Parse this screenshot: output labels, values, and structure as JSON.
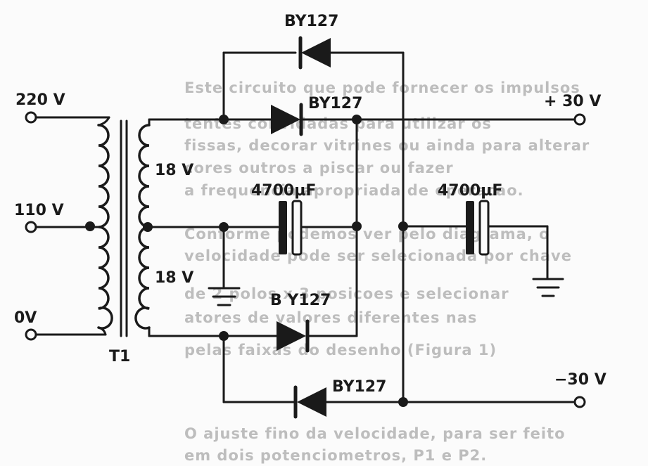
{
  "inputs": {
    "v220": "220 V",
    "v110": "110 V",
    "v0": "0V"
  },
  "transformer": {
    "name": "T1",
    "upper_winding": "18 V",
    "lower_winding": "18 V"
  },
  "diodes": {
    "top": "BY127",
    "upper": "BY127",
    "lower": "B Y127",
    "bottom": "BY127"
  },
  "capacitors": {
    "left": "4700µF",
    "right": "4700µF"
  },
  "outputs": {
    "positive": "+ 30 V",
    "negative": "−30 V"
  },
  "background_text": [
    "Este circuito que pode fornecer os impulsos",
    "tentes convidadas para utilizar os ",
    "fissas, decorar vitrines ou ainda para alterar",
    "cores outros a piscar ou fazer",
    "a frequencia apropriada de operacao.",
    "Conforme podemos ver pelo diagrama, o ",
    "velocidade pode ser selecionada por chave",
    "de 2 polos x 3 posicoes e selecionar",
    "atores de valores diferentes nas ",
    "pelas faixas do desenho (Figura 1)",
    "O ajuste fino da velocidade, para ser feito",
    "em dois potenciometros, P1 e P2."
  ]
}
